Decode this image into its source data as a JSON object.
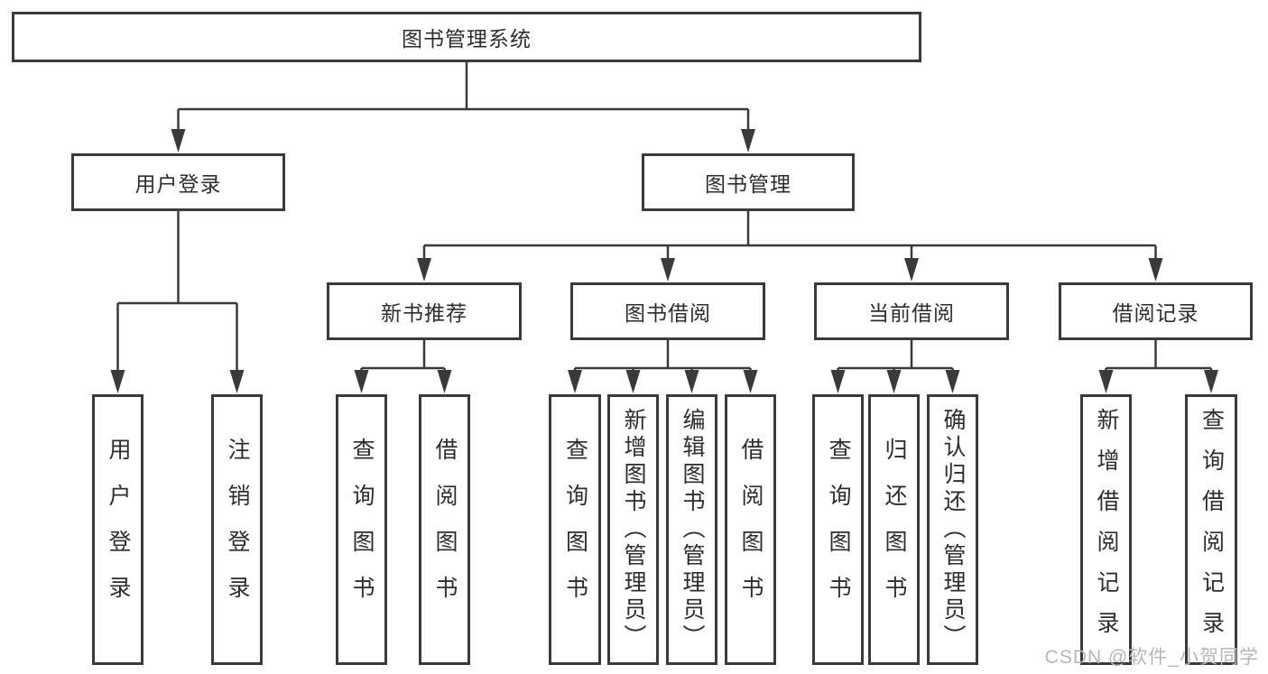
{
  "diagram": {
    "title": "图书管理系统",
    "colors": {
      "line": "#3a3a3a",
      "box_border": "#3a3a3a",
      "box_background": "#ffffff",
      "text": "#2d2d2d",
      "watermark": "#b3b7bd"
    },
    "nodes": [
      {
        "id": "root",
        "label": "图书管理系统",
        "orientation": "horizontal"
      },
      {
        "id": "user-login",
        "label": "用户登录",
        "orientation": "horizontal"
      },
      {
        "id": "book-mgmt",
        "label": "图书管理",
        "orientation": "horizontal"
      },
      {
        "id": "new-book-rec",
        "label": "新书推荐",
        "orientation": "horizontal"
      },
      {
        "id": "book-borrow",
        "label": "图书借阅",
        "orientation": "horizontal"
      },
      {
        "id": "current-borrow",
        "label": "当前借阅",
        "orientation": "horizontal"
      },
      {
        "id": "borrow-records",
        "label": "借阅记录",
        "orientation": "horizontal"
      },
      {
        "id": "leaf-user-login",
        "label": "用户登录",
        "orientation": "vertical"
      },
      {
        "id": "leaf-logout",
        "label": "注销登录",
        "orientation": "vertical"
      },
      {
        "id": "leaf-rec-query",
        "label": "查询图书",
        "orientation": "vertical"
      },
      {
        "id": "leaf-rec-borrow",
        "label": "借阅图书",
        "orientation": "vertical"
      },
      {
        "id": "leaf-bb-query",
        "label": "查询图书",
        "orientation": "vertical"
      },
      {
        "id": "leaf-bb-add",
        "label": "新增图书（管理员）",
        "orientation": "vertical"
      },
      {
        "id": "leaf-bb-edit",
        "label": "编辑图书（管理员）",
        "orientation": "vertical"
      },
      {
        "id": "leaf-bb-borrow",
        "label": "借阅图书",
        "orientation": "vertical"
      },
      {
        "id": "leaf-cb-query",
        "label": "查询图书",
        "orientation": "vertical"
      },
      {
        "id": "leaf-cb-return",
        "label": "归还图书",
        "orientation": "vertical"
      },
      {
        "id": "leaf-cb-confirm",
        "label": "确认归还（管理员）",
        "orientation": "vertical"
      },
      {
        "id": "leaf-br-add",
        "label": "新增借阅记录",
        "orientation": "vertical"
      },
      {
        "id": "leaf-br-query",
        "label": "查询借阅记录",
        "orientation": "vertical"
      }
    ],
    "edges": [
      {
        "from": "root",
        "to": [
          "user-login",
          "book-mgmt"
        ]
      },
      {
        "from": "user-login",
        "to": [
          "leaf-user-login",
          "leaf-logout"
        ]
      },
      {
        "from": "book-mgmt",
        "to": [
          "new-book-rec",
          "book-borrow",
          "current-borrow",
          "borrow-records"
        ]
      },
      {
        "from": "new-book-rec",
        "to": [
          "leaf-rec-query",
          "leaf-rec-borrow"
        ]
      },
      {
        "from": "book-borrow",
        "to": [
          "leaf-bb-query",
          "leaf-bb-add",
          "leaf-bb-edit",
          "leaf-bb-borrow"
        ]
      },
      {
        "from": "current-borrow",
        "to": [
          "leaf-cb-query",
          "leaf-cb-return",
          "leaf-cb-confirm"
        ]
      },
      {
        "from": "borrow-records",
        "to": [
          "leaf-br-add",
          "leaf-br-query"
        ]
      }
    ],
    "watermark": "CSDN @软件_小贺同学"
  }
}
